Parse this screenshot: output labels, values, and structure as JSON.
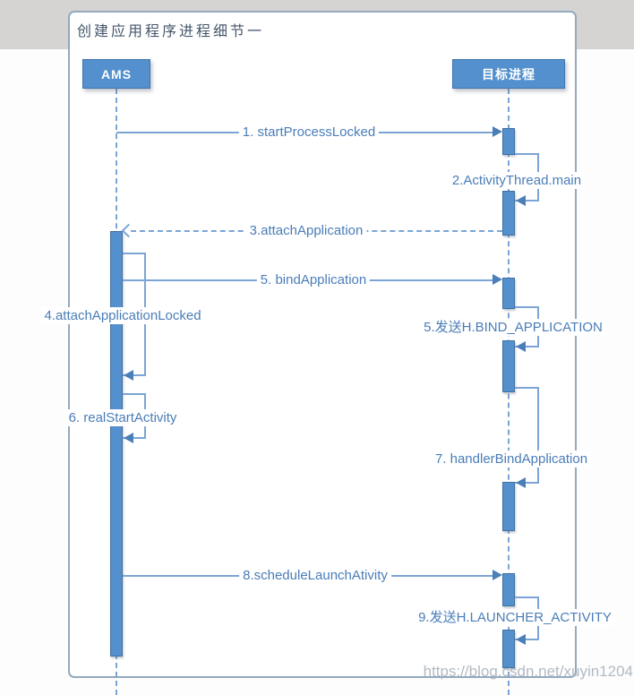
{
  "page": {
    "title": "创建应用程序进程细节一",
    "watermark": "https://blog.csdn.net/xuyin1204"
  },
  "actors": [
    {
      "id": "ams",
      "label": "AMS"
    },
    {
      "id": "target",
      "label": "目标进程"
    }
  ],
  "messages": [
    {
      "id": "1",
      "label": "1. startProcessLocked",
      "from": "AMS",
      "to": "目标进程",
      "style": "solid"
    },
    {
      "id": "2",
      "label": "2.ActivityThread.main",
      "from": "目标进程",
      "to": "目标进程",
      "style": "self"
    },
    {
      "id": "3",
      "label": "3.attachApplication",
      "from": "目标进程",
      "to": "AMS",
      "style": "dashed-return"
    },
    {
      "id": "4",
      "label": "4.attachApplicationLocked",
      "from": "AMS",
      "to": "AMS",
      "style": "self"
    },
    {
      "id": "5",
      "label": "5. bindApplication",
      "from": "AMS",
      "to": "目标进程",
      "style": "solid"
    },
    {
      "id": "5b",
      "label": "5.发送H.BIND_APPLICATION",
      "from": "目标进程",
      "to": "目标进程",
      "style": "self"
    },
    {
      "id": "6",
      "label": "6. realStartActivity",
      "from": "AMS",
      "to": "AMS",
      "style": "self"
    },
    {
      "id": "7",
      "label": "7. handlerBindApplication",
      "from": "目标进程",
      "to": "目标进程",
      "style": "self"
    },
    {
      "id": "8",
      "label": "8.scheduleLaunchAtivity",
      "from": "AMS",
      "to": "目标进程",
      "style": "solid"
    },
    {
      "id": "9",
      "label": "9.发送H.LAUNCHER_ACTIVITY",
      "from": "目标进程",
      "to": "目标进程",
      "style": "self"
    }
  ],
  "colors": {
    "bar_fill": "#5390cd",
    "bar_border": "#41709f",
    "line": "#7aa5d6",
    "arrow": "#4a7fb8",
    "label_text": "#4a7db8",
    "frame_border": "#93a9bd",
    "title_text": "#44566b",
    "watermark_text": "#a9b3bd",
    "bottom_band": "#d5d4d2"
  }
}
